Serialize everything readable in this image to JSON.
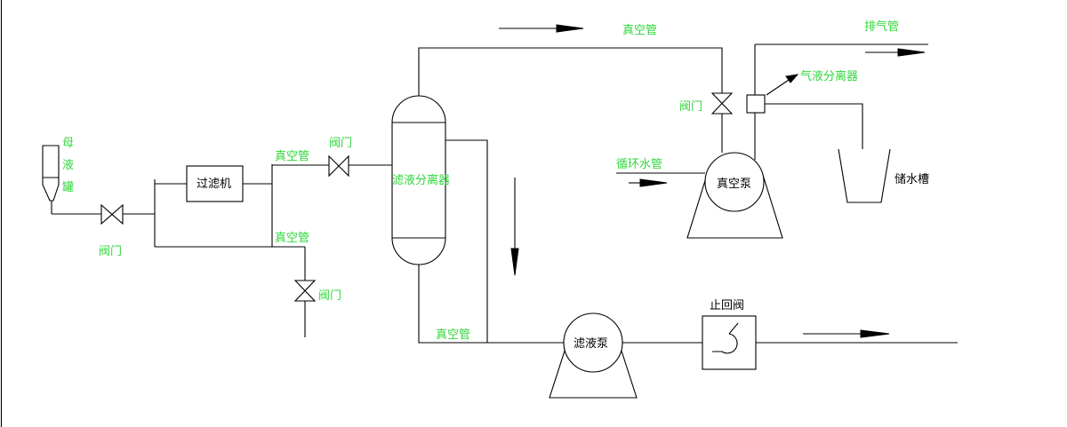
{
  "colors": {
    "label_green": "#2fd63a",
    "line": "#000000",
    "background": "#ffffff"
  },
  "labels": {
    "mother_tank_1": "母",
    "mother_tank_2": "液",
    "mother_tank_3": "罐",
    "valve_1": "阀门",
    "filter": "过滤机",
    "vacuum_pipe_1": "真空管",
    "vacuum_pipe_2": "真空管",
    "valve_2": "阀门",
    "valve_3": "阀门",
    "filtrate_separator": "滤液分离器",
    "vacuum_pipe_top": "真空管",
    "vacuum_pipe_bottom": "真空管",
    "filtrate_pump": "滤液泵",
    "check_valve": "止回阀",
    "valve_4": "阀门",
    "gas_liquid_separator": "气液分离器",
    "exhaust_pipe": "排气管",
    "circulating_water_pipe": "循环水管",
    "vacuum_pump": "真空泵",
    "water_tank": "储水槽"
  }
}
